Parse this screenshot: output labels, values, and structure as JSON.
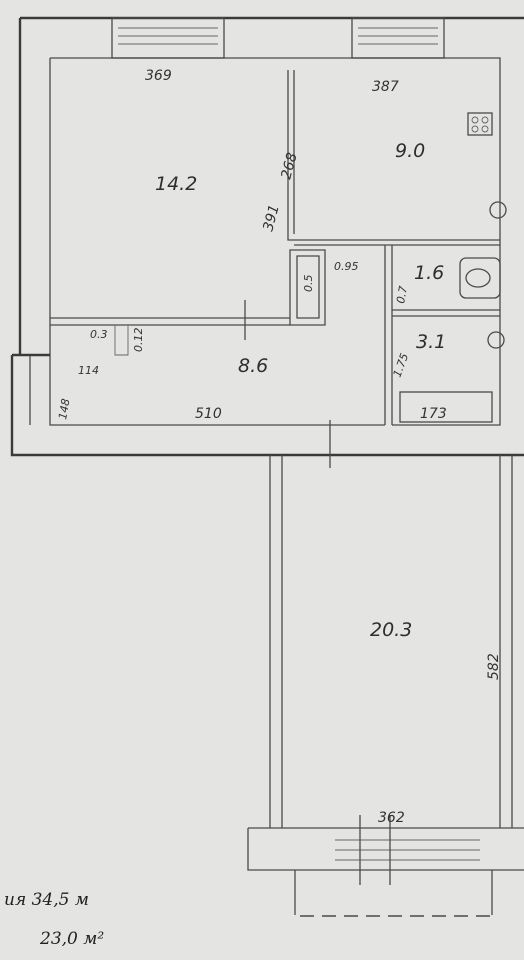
{
  "rooms": {
    "room_main": "14.2",
    "room_kitchen": "9.0",
    "room_hall": "8.6",
    "room_wc": "1.6",
    "room_bath": "3.1",
    "room_closet": "0.5",
    "room_balcony": "20.3"
  },
  "dimensions": {
    "main_width": "369",
    "kitchen_width": "387",
    "main_depth": "391",
    "kitchen_depth": "268",
    "hall_width": "510",
    "closet_depth": "0.95",
    "niche_width": "114",
    "niche_depth": "0.3",
    "niche_side": "0.12",
    "hall_left_depth": "148",
    "bath_side": "1.75",
    "bath_bottom": "173",
    "balcony_depth": "582",
    "balcony_width": "362",
    "wc_side": "0.7"
  },
  "notes": {
    "line1": "ия 34,5 м",
    "line2": "23,0 м²"
  },
  "colors": {
    "paper": "#e4e4e2",
    "ink": "#3a3a3a"
  }
}
